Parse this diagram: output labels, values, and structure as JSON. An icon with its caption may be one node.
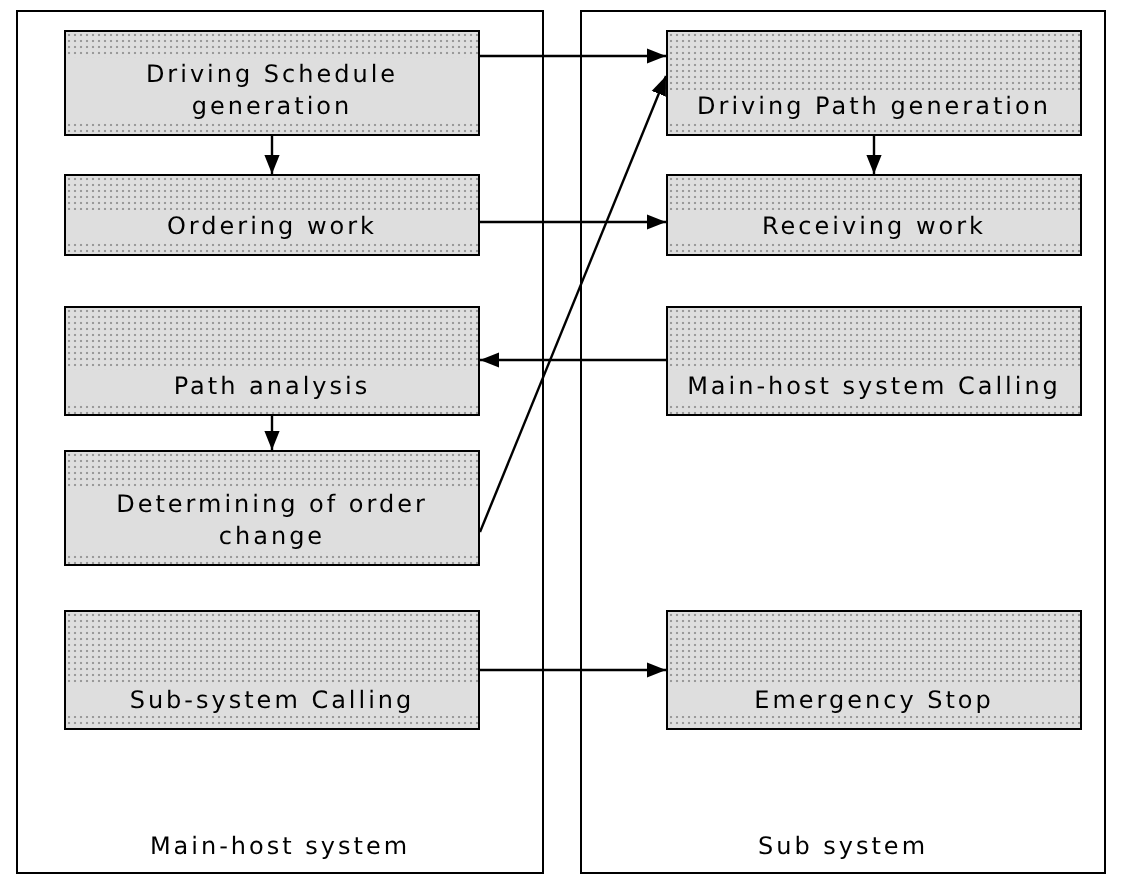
{
  "diagram": {
    "nodes": [
      {
        "text": [
          "Main-host system"
        ]
      },
      {
        "text": [
          "Driving Schedule generation"
        ],
        "in": 0
      },
      {
        "text": [
          "Ordering work"
        ],
        "in": 0
      },
      {
        "text": [
          "Path analysis"
        ],
        "in": 0
      },
      {
        "text": [
          "Determining of order change"
        ],
        "in": 0
      },
      {
        "text": [
          "Sub-system Calling"
        ],
        "in": 0
      },
      {
        "text": [
          "Sub system"
        ]
      },
      {
        "text": [
          "Driving Path generation"
        ],
        "in": 6
      },
      {
        "text": [
          "Receiving work"
        ],
        "in": 6
      },
      {
        "text": [
          "Main-host system Calling"
        ],
        "in": 6
      },
      {
        "text": [
          "Emergency Stop"
        ],
        "in": 6
      }
    ],
    "edges": [
      {
        "from": 1,
        "to": 7,
        "arrow": "to"
      },
      {
        "from": 1,
        "to": 2,
        "arrow": "to"
      },
      {
        "from": 7,
        "to": 8,
        "arrow": "to"
      },
      {
        "from": 2,
        "to": 8,
        "arrow": "to"
      },
      {
        "from": 9,
        "to": 3,
        "arrow": "to"
      },
      {
        "from": 3,
        "to": 4,
        "arrow": "to"
      },
      {
        "from": 4,
        "to": 7,
        "arrow": "to"
      },
      {
        "from": 5,
        "to": 10,
        "arrow": "to"
      }
    ]
  }
}
